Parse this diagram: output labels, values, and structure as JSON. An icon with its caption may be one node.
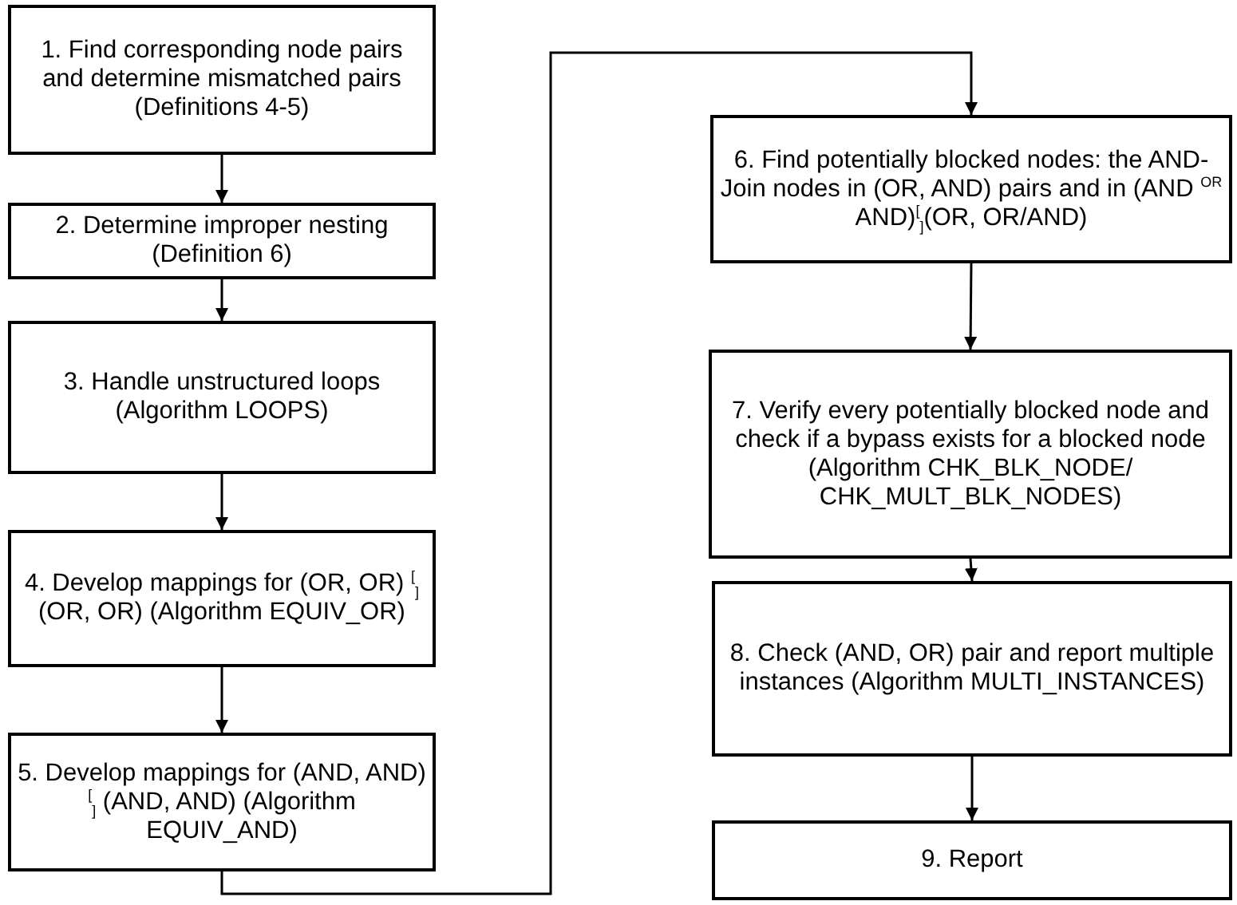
{
  "diagram": {
    "nodes": [
      {
        "text": [
          "1. Find corresponding node pairs and determine mismatched pairs (Definitions 4-5)"
        ]
      },
      {
        "text": [
          "2. Determine improper nesting (Definition 6)"
        ]
      },
      {
        "text": [
          "3. Handle unstructured loops (Algorithm LOOPS)"
        ]
      },
      {
        "text": [
          "4. Develop mappings for (OR, OR) $^{[}$$_{]}$ (OR, OR) (Algorithm EQUIV_OR)"
        ]
      },
      {
        "text": [
          "5. Develop mappings for (AND, AND) $^{[}$$_{]}$ (AND, AND) (Algorithm EQUIV_AND)"
        ]
      },
      {
        "text": [
          "6. Find potentially blocked nodes: the AND-Join nodes in (OR, AND) pairs and in (AND $^{OR}$ AND)$^{[}$$_{]}$(OR, OR/AND)"
        ]
      },
      {
        "text": [
          "7. Verify every potentially blocked node and check if a bypass exists for a blocked node (Algorithm CHK_BLK_NODE/ CHK_MULT_BLK_NODES)"
        ]
      },
      {
        "text": [
          "8. Check (AND, OR) pair and report multiple instances (Algorithm MULTI_INSTANCES)"
        ]
      },
      {
        "text": [
          "9. Report"
        ]
      }
    ],
    "edges": [
      {
        "from": 0,
        "to": 1,
        "arrow": "to"
      },
      {
        "from": 1,
        "to": 2,
        "arrow": "to"
      },
      {
        "from": 2,
        "to": 3,
        "arrow": "to"
      },
      {
        "from": 3,
        "to": 4,
        "arrow": "to"
      },
      {
        "from": 4,
        "to": 5,
        "arrow": "to"
      },
      {
        "from": 5,
        "to": 6,
        "arrow": "to"
      },
      {
        "from": 6,
        "to": 7,
        "arrow": "to"
      },
      {
        "from": 7,
        "to": 8,
        "arrow": "to"
      }
    ]
  }
}
